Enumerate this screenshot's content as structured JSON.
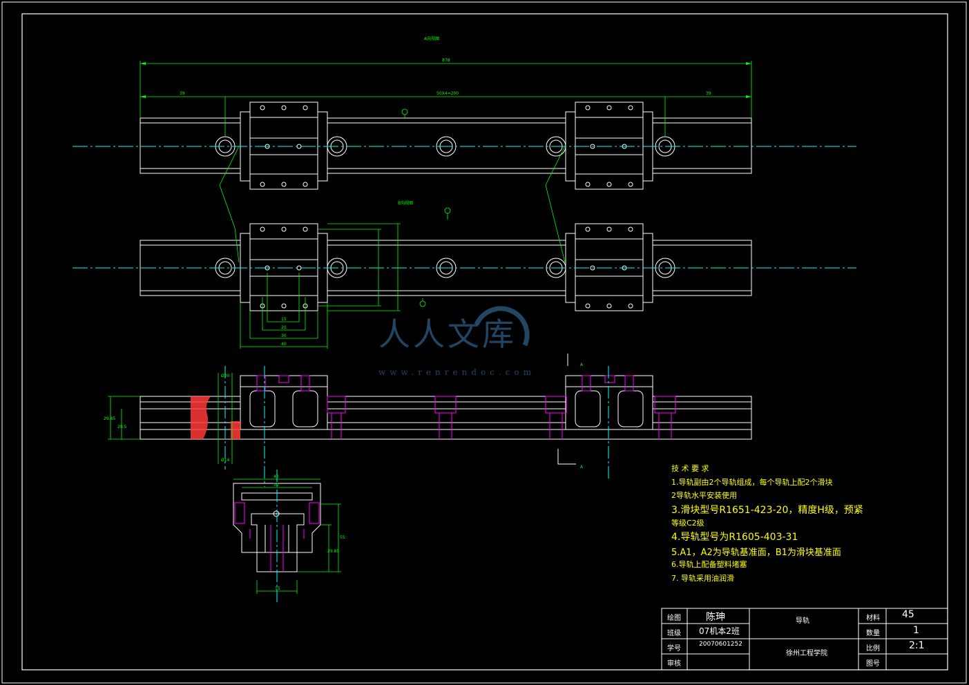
{
  "drawing": {
    "view_labels": [
      "A向视图",
      "B向视图"
    ],
    "dimensions": [
      "878",
      "39",
      "50X4=200",
      "39",
      "15",
      "20",
      "30",
      "40",
      "Ø20",
      "Ø14",
      "40",
      "30",
      "55",
      "29.85",
      "20.5",
      "29.85",
      "15"
    ],
    "section_marker": "A"
  },
  "requirements": {
    "title": "技 术 要 求",
    "items": [
      "1.导轨副由2个导轨组成，每个导轨上配2个滑块",
      "2导轨水平安装使用",
      "3.滑块型号R1651-423-20，精度H级，预紧",
      "等级C2级",
      "4.导轨型号为R1605-403-31",
      "5.A1，A2为导轨基准面，B1为滑块基准面",
      "6.导轨上配备塑料堵塞",
      "7. 导轨采用油润滑"
    ]
  },
  "title_block": {
    "label_draw": "绘图",
    "draw_name": "陈珅",
    "label_class": "班级",
    "class_value": "07机本2班",
    "label_id": "学号",
    "id_value": "20070601252",
    "label_review": "审核",
    "part_name": "导轨",
    "school": "徐州工程学院",
    "label_material": "材料",
    "material": "45",
    "label_qty": "数量",
    "qty": "1",
    "label_scale": "比例",
    "scale": "2:1",
    "label_dwg": "图号"
  },
  "watermark": {
    "text": "人人文库",
    "url": "www.renrendoc.com"
  },
  "colors": {
    "background": "#000000",
    "outline": "#ffffff",
    "dimension": "#00ff00",
    "centerline": "#00ffff",
    "hidden": "#ff00ff",
    "hatch": "#ff0000",
    "text": "#ffff00"
  }
}
